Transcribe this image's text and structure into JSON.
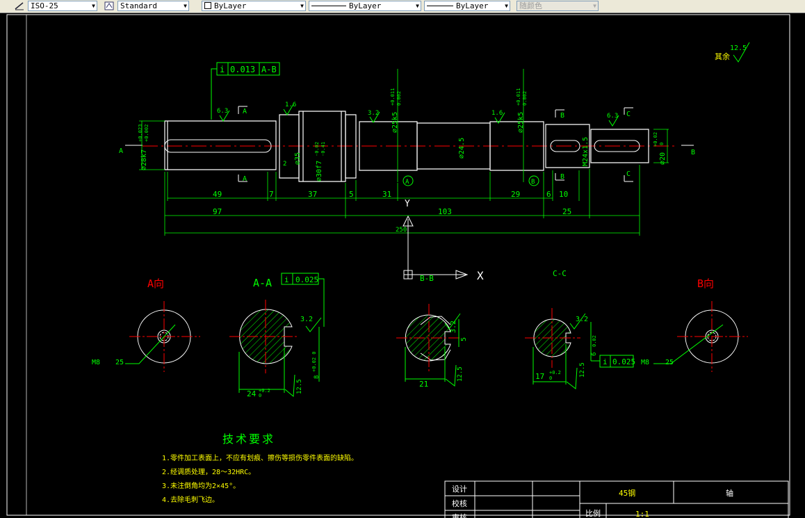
{
  "toolbar": {
    "dimstyle": "ISO-25",
    "textstyle": "Standard",
    "layer": "ByLayer",
    "linetype": "ByLayer",
    "lineweight": "ByLayer",
    "plotstyle": "随颜色"
  },
  "colors": {
    "background": "#000000",
    "dim": "#00ff00",
    "outline": "#ffffff",
    "center": "#ff0000",
    "hatch": "#00ff00"
  },
  "drawing": {
    "tol_frame": {
      "symbol": "i",
      "value": "0.013",
      "datum": "A-B"
    },
    "roughness_other_label": "其余",
    "roughness_other_value": "12.5",
    "rough_1": "6.3",
    "rough_2": "1.6",
    "rough_3": "3.2",
    "rough_4": "1.6",
    "rough_5": "6.3",
    "dia_28": "∅28k7",
    "dia_28_tol_u": "+0.023",
    "dia_28_tol_l": "+0.002",
    "dia_35": "∅35",
    "dia_30": "∅30f7",
    "dia_30_tol_u": "-0.02",
    "dia_30_tol_l": "-0.41",
    "dia_25a": "∅25k5",
    "dia_25_tol_u": "+0.011",
    "dia_25_tol_l": "0.002",
    "dia_245": "∅24.5",
    "dia_25b": "∅25k5",
    "m24": "M24x1.5",
    "dia_20": "∅20",
    "dia_20_tol_u": "+0.02",
    "dia_20_tol_l": "0",
    "dim_2": "2",
    "dims_row1": [
      "49",
      "7",
      "37",
      "5",
      "31",
      "29",
      "6",
      "10"
    ],
    "dims_row2": [
      "97",
      "103",
      "25"
    ],
    "dim_total": "250",
    "section_letters": {
      "A": "A",
      "B": "B",
      "C": "C"
    },
    "datum_a": "A",
    "datum_b": "B",
    "ucs_y": "Y",
    "ucs_x": "X",
    "view_a_dir": "A向",
    "view_aa": "A-A",
    "view_aa_tol": {
      "symbol": "i",
      "value": "0.025"
    },
    "view_aa_rough": "3.2",
    "view_aa_w": "24",
    "view_aa_w_tol_u": "+0.2",
    "view_aa_w_tol_l": "0",
    "view_aa_depth": "8",
    "view_aa_depth_tol": "+0.02 0",
    "view_aa_rough2": "12.5",
    "view_bb": "B-B",
    "view_bb_rough": "3.2",
    "view_bb_5": "5",
    "view_bb_w": "21",
    "view_bb_rough2": "12.5",
    "view_cc": "C-C",
    "view_cc_rough": "3.2",
    "view_cc_6": "6",
    "view_cc_6_tol": "0.02",
    "view_cc_tol": {
      "symbol": "i",
      "value": "0.025"
    },
    "view_cc_w": "17",
    "view_cc_w_tol_u": "+0.2",
    "view_cc_w_tol_l": "0",
    "view_cc_rough2": "12.5",
    "view_b_dir": "B向",
    "m8_left": "M8",
    "m8_left_depth": "25",
    "m8_right": "M8",
    "m8_right_depth": "25",
    "tech_title": "技术要求",
    "tech_notes": [
      "1.零件加工表面上，不应有划痕、擦伤等损伤零件表面的缺陷。",
      "2.经调质处理，28～32HRC。",
      "3.未注倒角均为2×45°。",
      "4.去除毛刺飞边。"
    ],
    "title_block": {
      "design": "设计",
      "check": "校核",
      "approve": "审核",
      "material": "45钢",
      "part": "轴",
      "scale_label": "比例",
      "scale_value": "1:1"
    }
  }
}
